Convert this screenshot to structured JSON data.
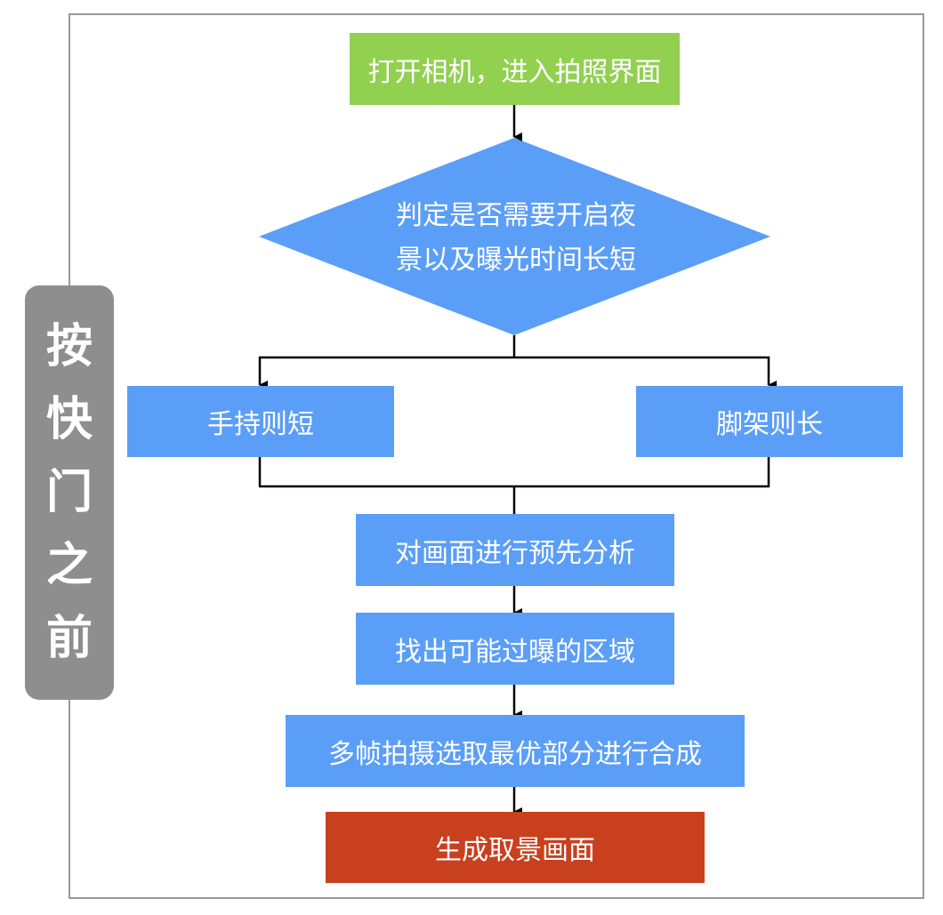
{
  "side_label": [
    "按",
    "快",
    "门",
    "之",
    "前"
  ],
  "nodes": {
    "start": "打开相机，进入拍照界面",
    "decision_line1": "判定是否需要开启夜",
    "decision_line2": "景以及曝光时间长短",
    "left_branch": "手持则短",
    "right_branch": "脚架则长",
    "step1": "对画面进行预先分析",
    "step2": "找出可能过曝的区域",
    "step3": "多帧拍摄选取最优部分进行合成",
    "end": "生成取景画面"
  },
  "colors": {
    "start": "#92d050",
    "process": "#5b9ef7",
    "end": "#c9401e",
    "side_tab": "#8e8e8e"
  }
}
